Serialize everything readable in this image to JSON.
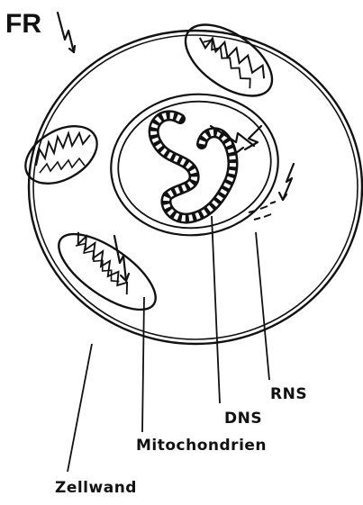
{
  "figure": {
    "panel_letter": "FR",
    "labels": {
      "rns": "RNS",
      "dns": "DNS",
      "mitochondrien": "Mitochondrien",
      "zellwand": "Zellwand"
    },
    "colors": {
      "ink": "#111111",
      "paper": "#ffffff"
    }
  }
}
